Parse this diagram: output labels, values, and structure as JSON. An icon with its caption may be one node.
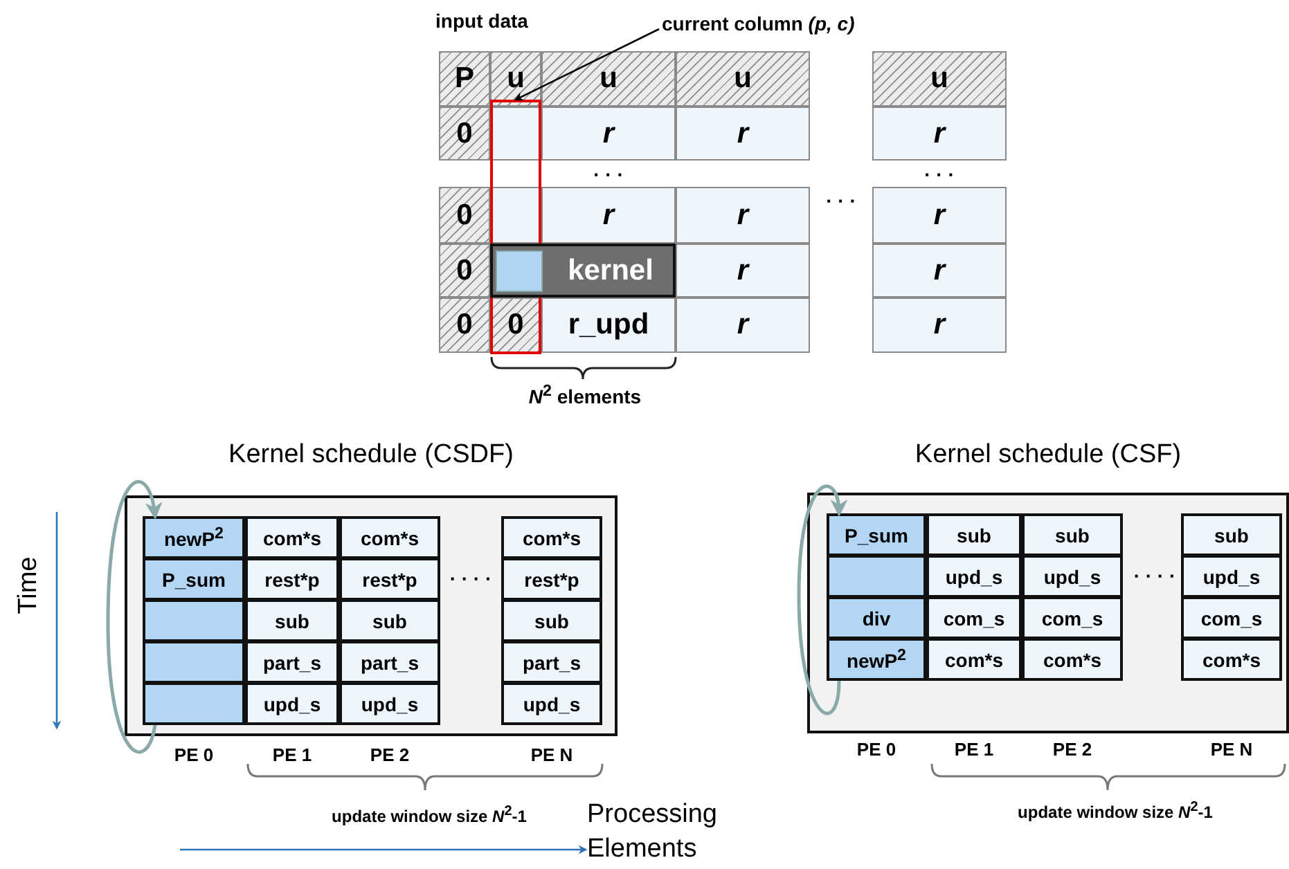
{
  "diagram": {
    "nodes": [
      {
        "text": [
          "current column *(p, c)*"
        ]
      },
      {
        "text": [],
        "shape": "box"
      },
      {
        "text": [
          "kernel"
        ]
      },
      {
        "text": [],
        "shape": "box"
      },
      {
        "text": [
          "Kernel schedule (CSDF)"
        ]
      },
      {
        "text": [
          "newP$^{2}$"
        ],
        "in": 4
      },
      {
        "text": [
          "com*s"
        ],
        "in": 4
      },
      {
        "text": [
          "com*s"
        ],
        "in": 4
      },
      {
        "text": [
          "com*s"
        ],
        "in": 4
      },
      {
        "text": [
          "P_sum"
        ],
        "in": 4
      },
      {
        "text": [
          "rest*p"
        ],
        "in": 4
      },
      {
        "text": [
          "rest*p"
        ],
        "in": 4
      },
      {
        "text": [
          "rest*p"
        ],
        "in": 4
      },
      {
        "text": [],
        "shape": "box",
        "in": 4
      },
      {
        "text": [
          "sub"
        ],
        "in": 4
      },
      {
        "text": [
          "sub"
        ],
        "in": 4
      },
      {
        "text": [
          "sub"
        ],
        "in": 4
      },
      {
        "text": [],
        "shape": "box",
        "in": 4
      },
      {
        "text": [
          "part_s"
        ],
        "in": 4
      },
      {
        "text": [
          "part_s"
        ],
        "in": 4
      },
      {
        "text": [
          "part_s"
        ],
        "in": 4
      },
      {
        "text": [],
        "shape": "box",
        "in": 4
      },
      {
        "text": [
          "upd_s"
        ],
        "in": 4
      },
      {
        "text": [
          "upd_s"
        ],
        "in": 4
      },
      {
        "text": [
          "upd_s"
        ],
        "in": 4
      },
      {
        "text": [
          "Kernel schedule (CSF)"
        ]
      },
      {
        "text": [
          "P_sum"
        ],
        "in": 25
      },
      {
        "text": [
          "sub"
        ],
        "in": 25
      },
      {
        "text": [
          "sub"
        ],
        "in": 25
      },
      {
        "text": [
          "sub"
        ],
        "in": 25
      },
      {
        "text": [],
        "shape": "box",
        "in": 25
      },
      {
        "text": [
          "upd_s"
        ],
        "in": 25
      },
      {
        "text": [
          "upd_s"
        ],
        "in": 25
      },
      {
        "text": [
          "upd_s"
        ],
        "in": 25
      },
      {
        "text": [
          "div"
        ],
        "in": 25
      },
      {
        "text": [
          "com_s"
        ],
        "in": 25
      },
      {
        "text": [
          "com_s"
        ],
        "in": 25
      },
      {
        "text": [
          "com_s"
        ],
        "in": 25
      },
      {
        "text": [
          "newP$^{2}$"
        ],
        "in": 25
      },
      {
        "text": [
          "com*s"
        ],
        "in": 25
      },
      {
        "text": [
          "com*s"
        ],
        "in": 25
      },
      {
        "text": [
          "com*s"
        ],
        "in": 25
      }
    ],
    "edges": [
      {
        "from": 0,
        "to": 1,
        "arrow": "to",
        "color": "#000000"
      },
      {
        "from": 21,
        "to": 5,
        "arrow": "to"
      },
      {
        "from": 38,
        "to": 26,
        "arrow": "to"
      }
    ],
    "labels": [
      "input data",
      "P",
      "u",
      "u",
      "u",
      "u",
      "0",
      "r",
      "r",
      "r",
      "· · ·",
      "· · ·",
      "0",
      "r",
      "r",
      "· · ·",
      "r",
      "0",
      "r",
      "r",
      "0",
      "0",
      "r_upd",
      "r",
      "r",
      "*N*$^{2}$ elements",
      "Time",
      "· · · ·",
      "PE 0",
      "PE 1",
      "PE 2",
      "PE N",
      "update window size *N*$^{2}$-1",
      "Processing Elements",
      "· · · ·",
      "PE 0",
      "PE 1",
      "PE 2",
      "PE N",
      "update window size *N*$^{2}$-1"
    ]
  }
}
